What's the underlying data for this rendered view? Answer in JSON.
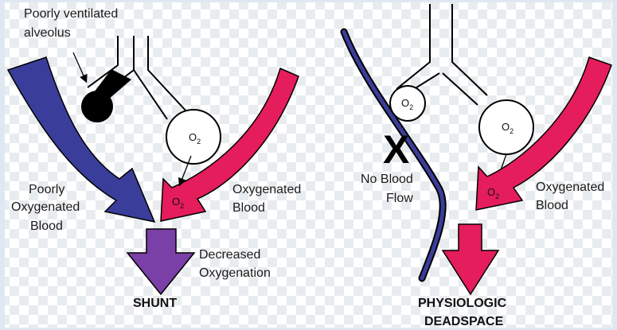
{
  "colors": {
    "poorly_oxygenated": "#3a3d9a",
    "oxygenated": "#e51d5c",
    "mixed": "#7b3fa8",
    "airway": "#000000"
  },
  "shunt": {
    "callout_line1": "Poorly ventilated",
    "callout_line2": "alveolus",
    "left_label_line1": "Poorly",
    "left_label_line2": "Oxygenated",
    "left_label_line3": "Blood",
    "right_label_line1": "Oxygenated",
    "right_label_line2": "Blood",
    "output_label_line1": "Decreased",
    "output_label_line2": "Oxygenation",
    "caption": "SHUNT",
    "gas_symbol": "O",
    "gas_subscript": "2"
  },
  "deadspace": {
    "no_flow_line1": "No Blood",
    "no_flow_line2": "Flow",
    "blocked_marker": "X",
    "right_label_line1": "Oxygenated",
    "right_label_line2": "Blood",
    "caption_line1": "PHYSIOLOGIC",
    "caption_line2": "DEADSPACE",
    "gas_symbol": "O",
    "gas_subscript": "2"
  }
}
